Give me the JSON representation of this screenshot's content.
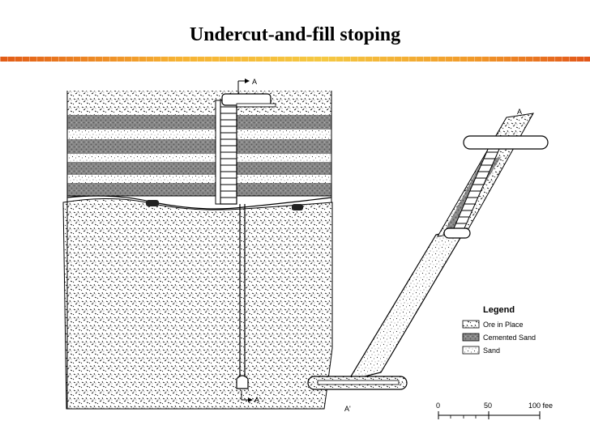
{
  "slide": {
    "title": "Undercut-and-fill stoping"
  },
  "section_markers": {
    "a_left": "A",
    "a_left_bottom": "A'",
    "a_right": "A",
    "a_right_bottom": "A'"
  },
  "legend": {
    "title": "Legend",
    "items": [
      {
        "label": "Ore in Place",
        "swatch": "ore-in-place"
      },
      {
        "label": "Cemented Sand",
        "swatch": "cemented-sand"
      },
      {
        "label": "Sand",
        "swatch": "sand"
      }
    ]
  },
  "scale_bar": {
    "ticks": [
      "0",
      "50",
      "100 fee"
    ]
  },
  "colors": {
    "title_rule_start": "#e25b16",
    "title_rule_mid": "#f5c842",
    "title_rule_end": "#e2561a"
  }
}
